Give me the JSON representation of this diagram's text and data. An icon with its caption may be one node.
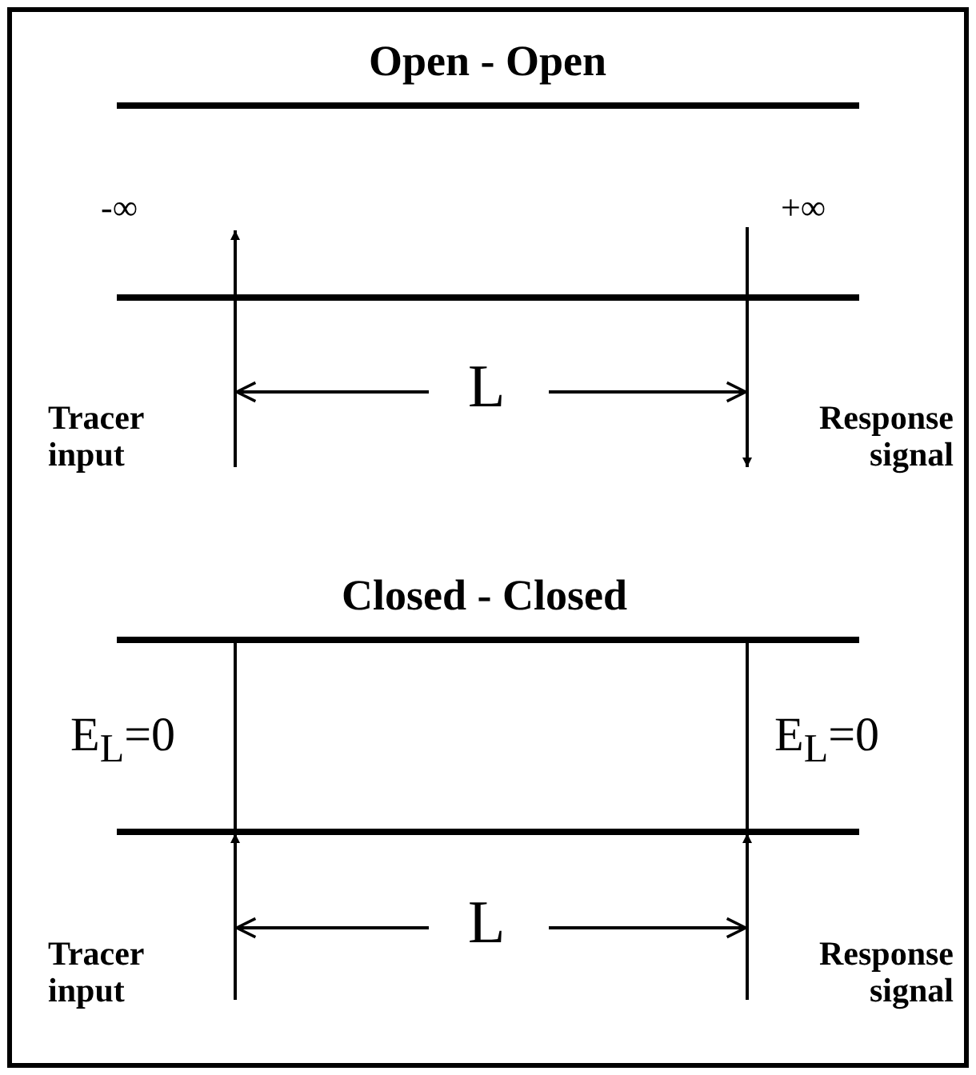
{
  "diagram": {
    "labels": [
      "Open - Open",
      "-∞",
      "+∞",
      "L",
      "Tracer input",
      "Response signal",
      "Closed - Closed",
      "E$_{L}$=0",
      "E$_{L}$=0",
      "L",
      "Tracer input",
      "Response signal"
    ]
  }
}
